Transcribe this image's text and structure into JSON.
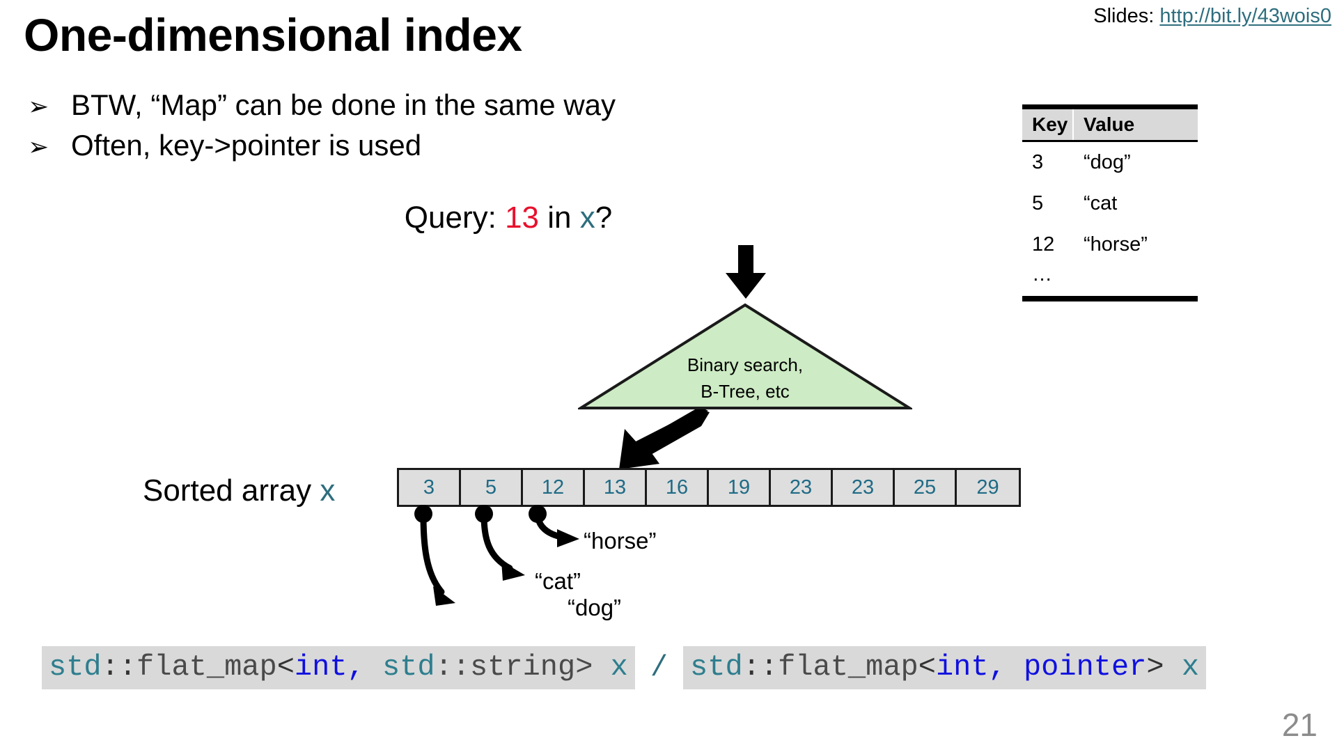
{
  "slide": {
    "title": "One-dimensional index",
    "page_number": "21",
    "slides_link": {
      "label": "Slides:",
      "url_text": "http://bit.ly/43wois0"
    },
    "bullets": [
      {
        "glyph": "➢",
        "text": "BTW, “Map” can be done in the same way"
      },
      {
        "glyph": "➢",
        "text": "Often, key->pointer is used"
      }
    ]
  },
  "kv_table": {
    "headers": {
      "key": "Key",
      "value": "Value"
    },
    "rows": [
      {
        "key": "3",
        "value": "“dog”"
      },
      {
        "key": "5",
        "value": "“cat"
      },
      {
        "key": "12",
        "value": "“horse”"
      }
    ],
    "ellipsis": "…"
  },
  "query": {
    "prefix": "Query: ",
    "number": "13",
    "middle": " in ",
    "variable": "x",
    "suffix": "?"
  },
  "index_box": {
    "line1": "Binary search,",
    "line2": "B-Tree, etc"
  },
  "array": {
    "label_prefix": "Sorted array ",
    "label_variable": "x",
    "values": [
      "3",
      "5",
      "12",
      "13",
      "16",
      "19",
      "23",
      "23",
      "25",
      "29"
    ]
  },
  "pointer_labels": [
    {
      "text": "“dog”"
    },
    {
      "text": "“cat”"
    },
    {
      "text": "“horse”"
    }
  ],
  "code": {
    "separator": "/",
    "left": {
      "t1": "std",
      "t2": "::",
      "t3": "flat_map",
      "t4": "<",
      "t5": "int,",
      "t6": " std",
      "t7": "::string>",
      "t8": " x"
    },
    "right": {
      "t1": "std",
      "t2": "::",
      "t3": "flat_map",
      "t4": "<",
      "t5": "int, pointer",
      "t6": ">",
      "t7": " x"
    }
  },
  "colors": {
    "accent_red": "#E8112D",
    "accent_teal": "#2E6E7E",
    "array_cell_bg": "#DEDEDE",
    "triangle_fill": "#CDEBC4",
    "code_bg": "#D9D9D9",
    "page_number": "#8C8C8C"
  }
}
